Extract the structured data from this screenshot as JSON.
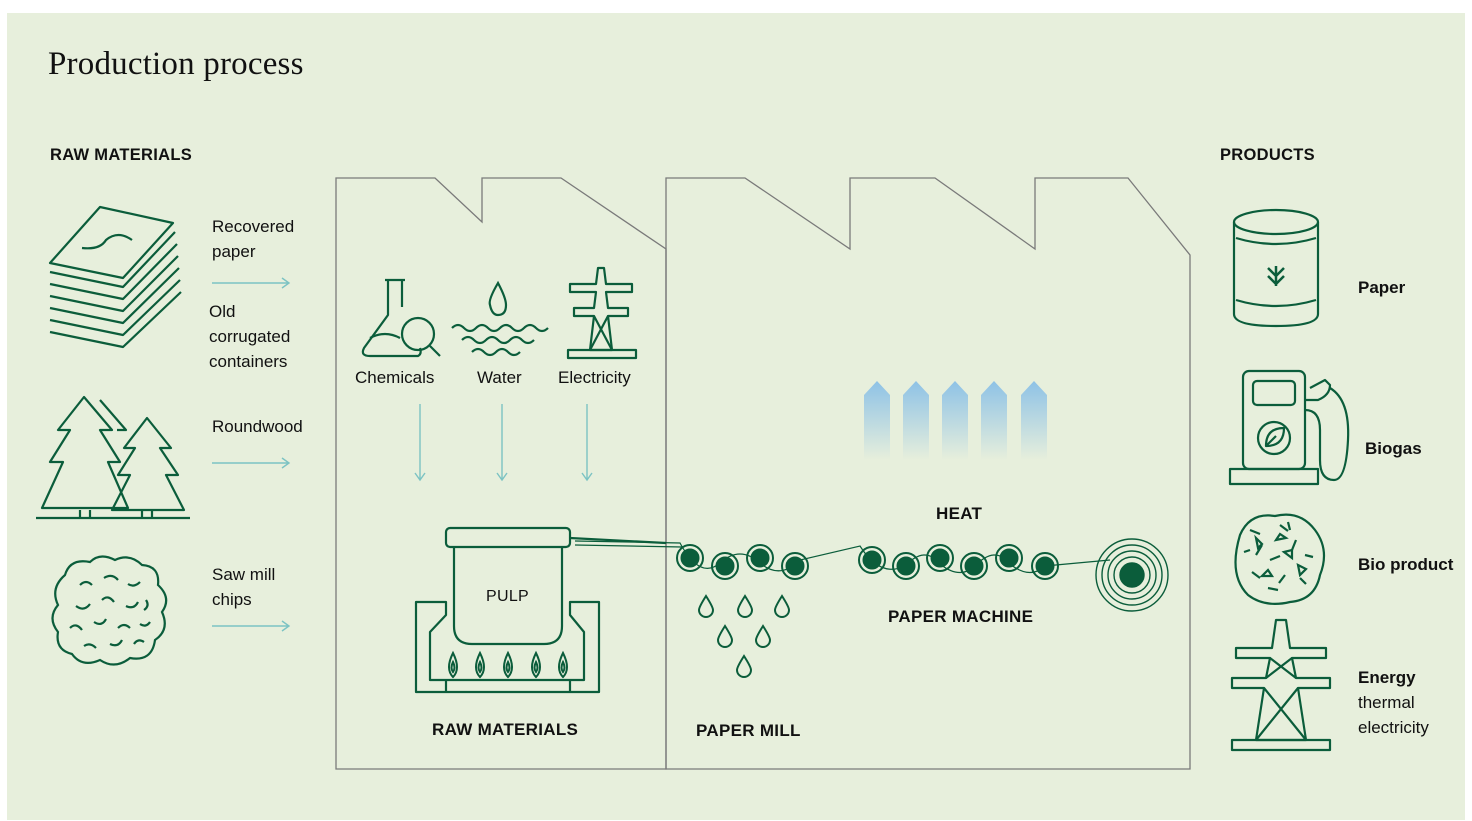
{
  "title": "Production process",
  "sections": {
    "raw_materials": "RAW MATERIALS",
    "products": "PRODUCTS"
  },
  "raw_materials": {
    "recovered_paper": "Recovered paper",
    "old_corrugated": "Old corrugated containers",
    "roundwood": "Roundwood",
    "saw_mill_chips": "Saw mill chips"
  },
  "inputs": {
    "chemicals": "Chemicals",
    "water": "Water",
    "electricity": "Electricity"
  },
  "mill": {
    "pulp": "PULP",
    "heat": "HEAT",
    "paper_machine": "PAPER MACHINE",
    "raw_materials_caption": "RAW MATERIALS",
    "paper_mill_caption": "PAPER MILL"
  },
  "products": {
    "paper": "Paper",
    "biogas": "Biogas",
    "bio_product": "Bio product",
    "energy": "Energy",
    "energy_sub1": "thermal",
    "energy_sub2": "electricity"
  },
  "colors": {
    "background": "#e7efdc",
    "icon_green": "#0b5d3b",
    "arrow": "#7cc3c3",
    "outline": "#6b6b6b",
    "heat_blue": "#8ec2e6"
  }
}
